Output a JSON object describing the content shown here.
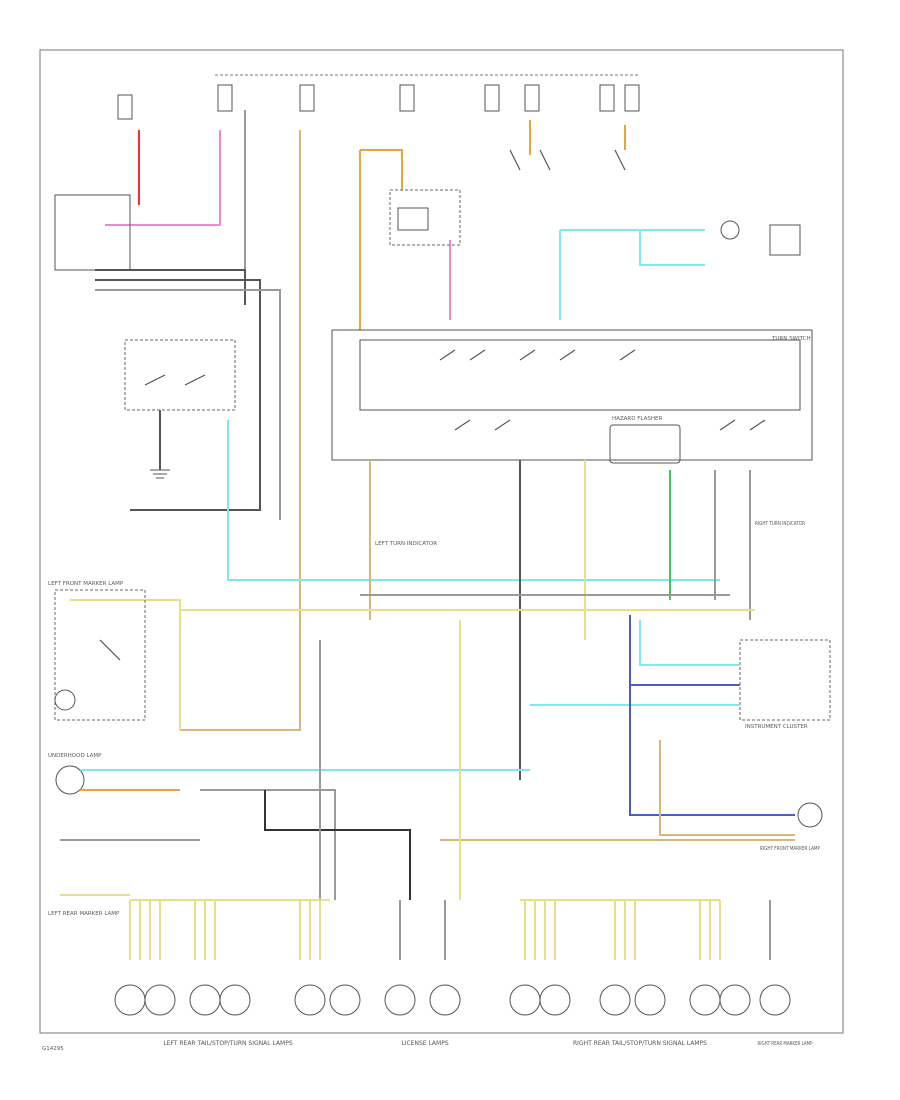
{
  "diagram": {
    "bottom_labels": {
      "left_rear_lamps": "LEFT REAR TAIL/STOP/TURN SIGNAL LAMPS",
      "license_lamps": "LICENSE LAMPS",
      "right_rear_lamps": "RIGHT REAR TAIL/STOP/TURN SIGNAL LAMPS",
      "right_rear_marker": "RIGHT REAR MARKER LAMP"
    },
    "side_labels": {
      "left_front_marker": "LEFT FRONT MARKER LAMP",
      "underhood_lamp": "UNDERHOOD LAMP",
      "left_rear_marker": "LEFT REAR MARKER LAMP",
      "right_front_marker": "RIGHT FRONT MARKER LAMP",
      "instrument_cluster": "INSTRUMENT CLUSTER",
      "turn_switch": "TURN SWITCH",
      "hazard_flasher": "HAZARD FLASHER",
      "left_turn_indicator": "LEFT TURN INDICATOR",
      "right_turn_indicator": "RIGHT TURN INDICATOR"
    },
    "footer_code": "G14295"
  }
}
